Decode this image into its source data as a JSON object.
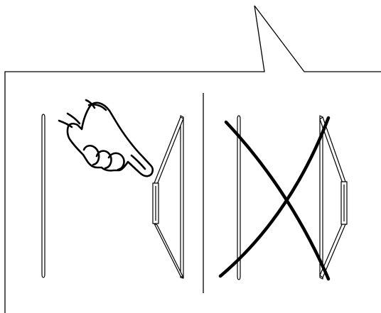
{
  "diagram": {
    "kind": "instruction-callout",
    "stroke_color": "#000000",
    "fill_color": "#ffffff",
    "panels": [
      {
        "id": "correct",
        "icon": "pointing-hand-icon",
        "verdict": "correct"
      },
      {
        "id": "incorrect",
        "icon": "cross-out-icon",
        "verdict": "incorrect"
      }
    ]
  }
}
